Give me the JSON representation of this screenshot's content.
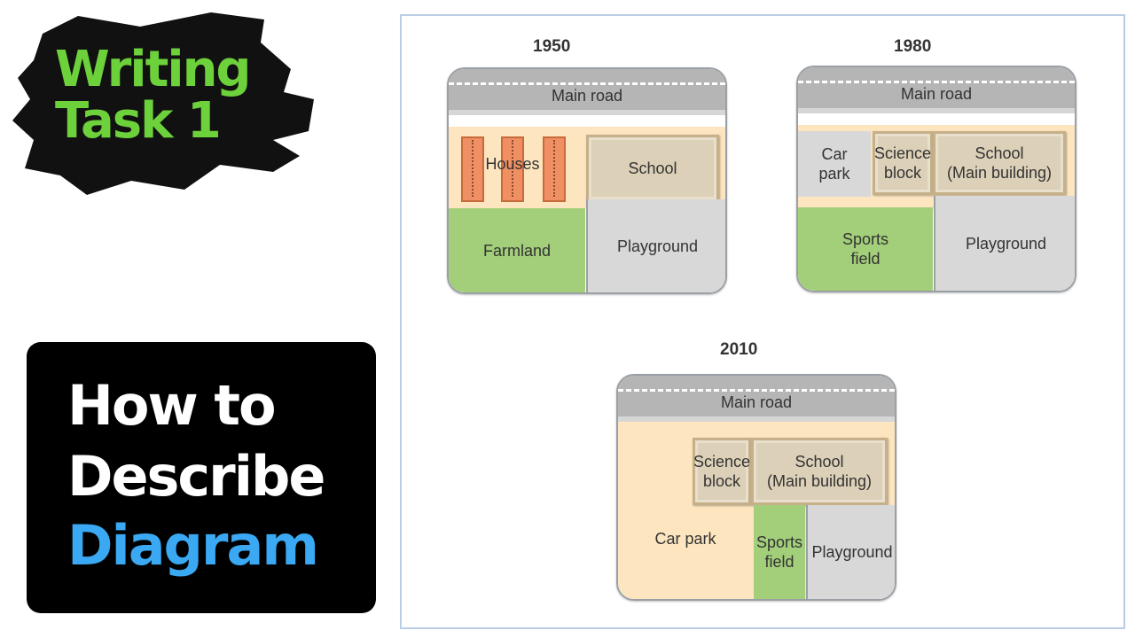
{
  "thumbnail": {
    "badge_line1": "Writing",
    "badge_line2": "Task 1",
    "howto_line1": "How to",
    "howto_line2": "Describe",
    "howto_line3": "Diagram",
    "colors": {
      "badge_text": "#6cd13a",
      "highlight": "#3aa8f2",
      "card_bg": "#000000"
    }
  },
  "maps": {
    "m1950": {
      "year": "1950",
      "road": "Main road",
      "houses": "Houses",
      "school": "School",
      "farmland": "Farmland",
      "playground": "Playground"
    },
    "m1980": {
      "year": "1980",
      "road": "Main road",
      "car_park_1": "Car",
      "car_park_2": "park",
      "science_1": "Science",
      "science_2": "block",
      "school_1": "School",
      "school_2": "(Main building)",
      "sports_1": "Sports",
      "sports_2": "field",
      "playground": "Playground"
    },
    "m2010": {
      "year": "2010",
      "road": "Main road",
      "science_1": "Science",
      "science_2": "block",
      "school_1": "School",
      "school_2": "(Main building)",
      "car_park": "Car park",
      "sports_1": "Sports",
      "sports_2": "field",
      "playground": "Playground"
    }
  },
  "colors": {
    "green": "#a3cf7b",
    "grey": "#d8d8d8",
    "cream": "#fce5bf",
    "road": "#b5b5b5"
  }
}
